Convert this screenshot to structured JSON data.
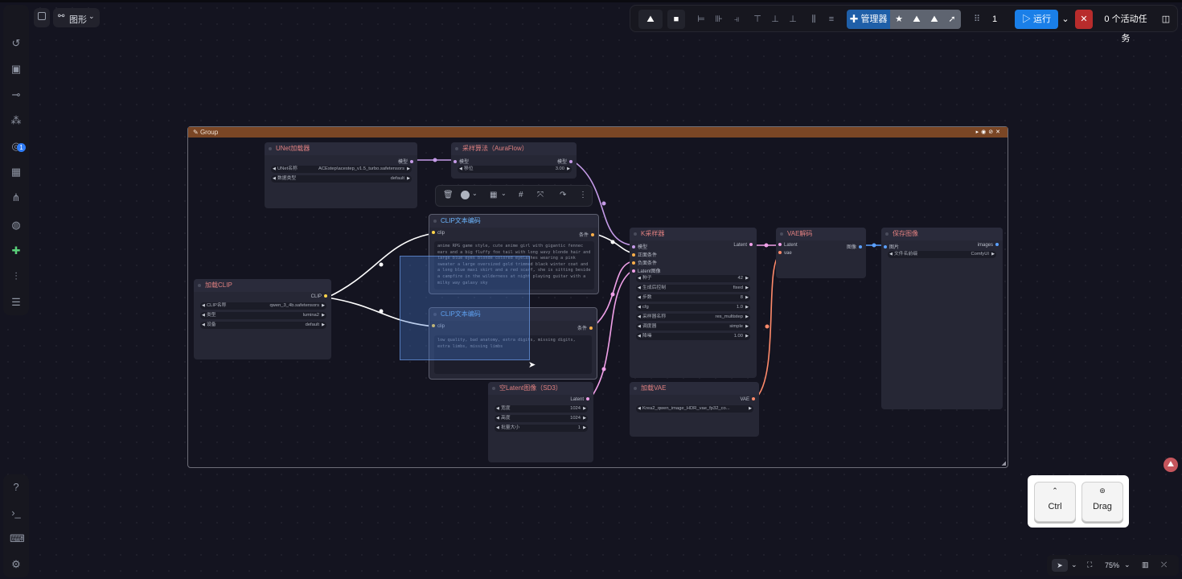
{
  "header": {
    "workspace_label": "图形",
    "manager_label": "管理器",
    "queue_count": "1",
    "run_label": "运行",
    "active_tasks": "0 个活动任务"
  },
  "sidebar": {
    "badge_count": "1"
  },
  "group": {
    "title": "Group"
  },
  "nodes": {
    "unet": {
      "title": "UNet加载器",
      "output": "模型",
      "w1_label": "UNet名称",
      "w1_value": "ACEstep\\acestep_v1.5_turbo.safetensors",
      "w2_label": "数据类型",
      "w2_value": "default"
    },
    "aura": {
      "title": "采样算法（AuraFlow）",
      "input": "模型",
      "output": "模型",
      "w1_label": "移位",
      "w1_value": "3.00"
    },
    "clip_pos": {
      "title": "CLIP文本编码",
      "input": "clip",
      "output": "条件",
      "text": "anime RPG game style, cute anime girl with gigantic fennec ears and a big fluffy fox tail with long wavy blonde hair and large blue eyes blonde colored eyelashes wearing a pink sweater a large oversized gold trimmed black winter coat and a long blue maxi skirt and a red scarf, she is sitting beside a campfire in the wilderness at night playing guitar with a milky way galaxy sky"
    },
    "clip_neg": {
      "title": "CLIP文本编码",
      "input": "clip",
      "output": "条件",
      "text": "low quality, bad anatomy, extra digits, missing digits, extra limbs, missing limbs"
    },
    "clip_loader": {
      "title": "加载CLIP",
      "output": "CLIP",
      "w1_label": "CLIP名称",
      "w1_value": "qwen_3_4b.safetensors",
      "w2_label": "类型",
      "w2_value": "lumina2",
      "w3_label": "设备",
      "w3_value": "default"
    },
    "ksampler": {
      "title": "K采样器",
      "in1": "模型",
      "in2": "正面条件",
      "in3": "负面条件",
      "in4": "Latent图像",
      "output": "Latent",
      "w": [
        {
          "label": "种子",
          "value": "42"
        },
        {
          "label": "生成后控制",
          "value": "fixed"
        },
        {
          "label": "步数",
          "value": "8"
        },
        {
          "label": "cfg",
          "value": "1.0"
        },
        {
          "label": "采样器名称",
          "value": "res_multistep"
        },
        {
          "label": "调度器",
          "value": "simple"
        },
        {
          "label": "降噪",
          "value": "1.00"
        }
      ]
    },
    "vae_decode": {
      "title": "VAE解码",
      "in1": "Latent",
      "in2": "vae",
      "output": "图像"
    },
    "save": {
      "title": "保存图像",
      "input": "图片",
      "output": "images",
      "w1_label": "文件名前缀",
      "w1_value": "ComfyUI"
    },
    "latent": {
      "title": "空Latent图像（SD3）",
      "output": "Latent",
      "w1_label": "宽度",
      "w1_value": "1024",
      "w2_label": "高度",
      "w2_value": "1024",
      "w3_label": "批量大小",
      "w3_value": "1"
    },
    "vae_loader": {
      "title": "加载VAE",
      "output": "VAE",
      "w1_value": "Krea2_qwen_image_HDR_vae_fp32_co..."
    }
  },
  "keyhint": {
    "key1": "Ctrl",
    "key2": "Drag"
  },
  "bottombar": {
    "zoom": "75%"
  },
  "colors": {
    "model_link": "#c59be8",
    "clip_link": "#ffffff",
    "cond_link": "#f0a0e8",
    "vae_link": "#ff8a6a",
    "image_link": "#5aa0ff",
    "group_header": "#7a4625"
  }
}
